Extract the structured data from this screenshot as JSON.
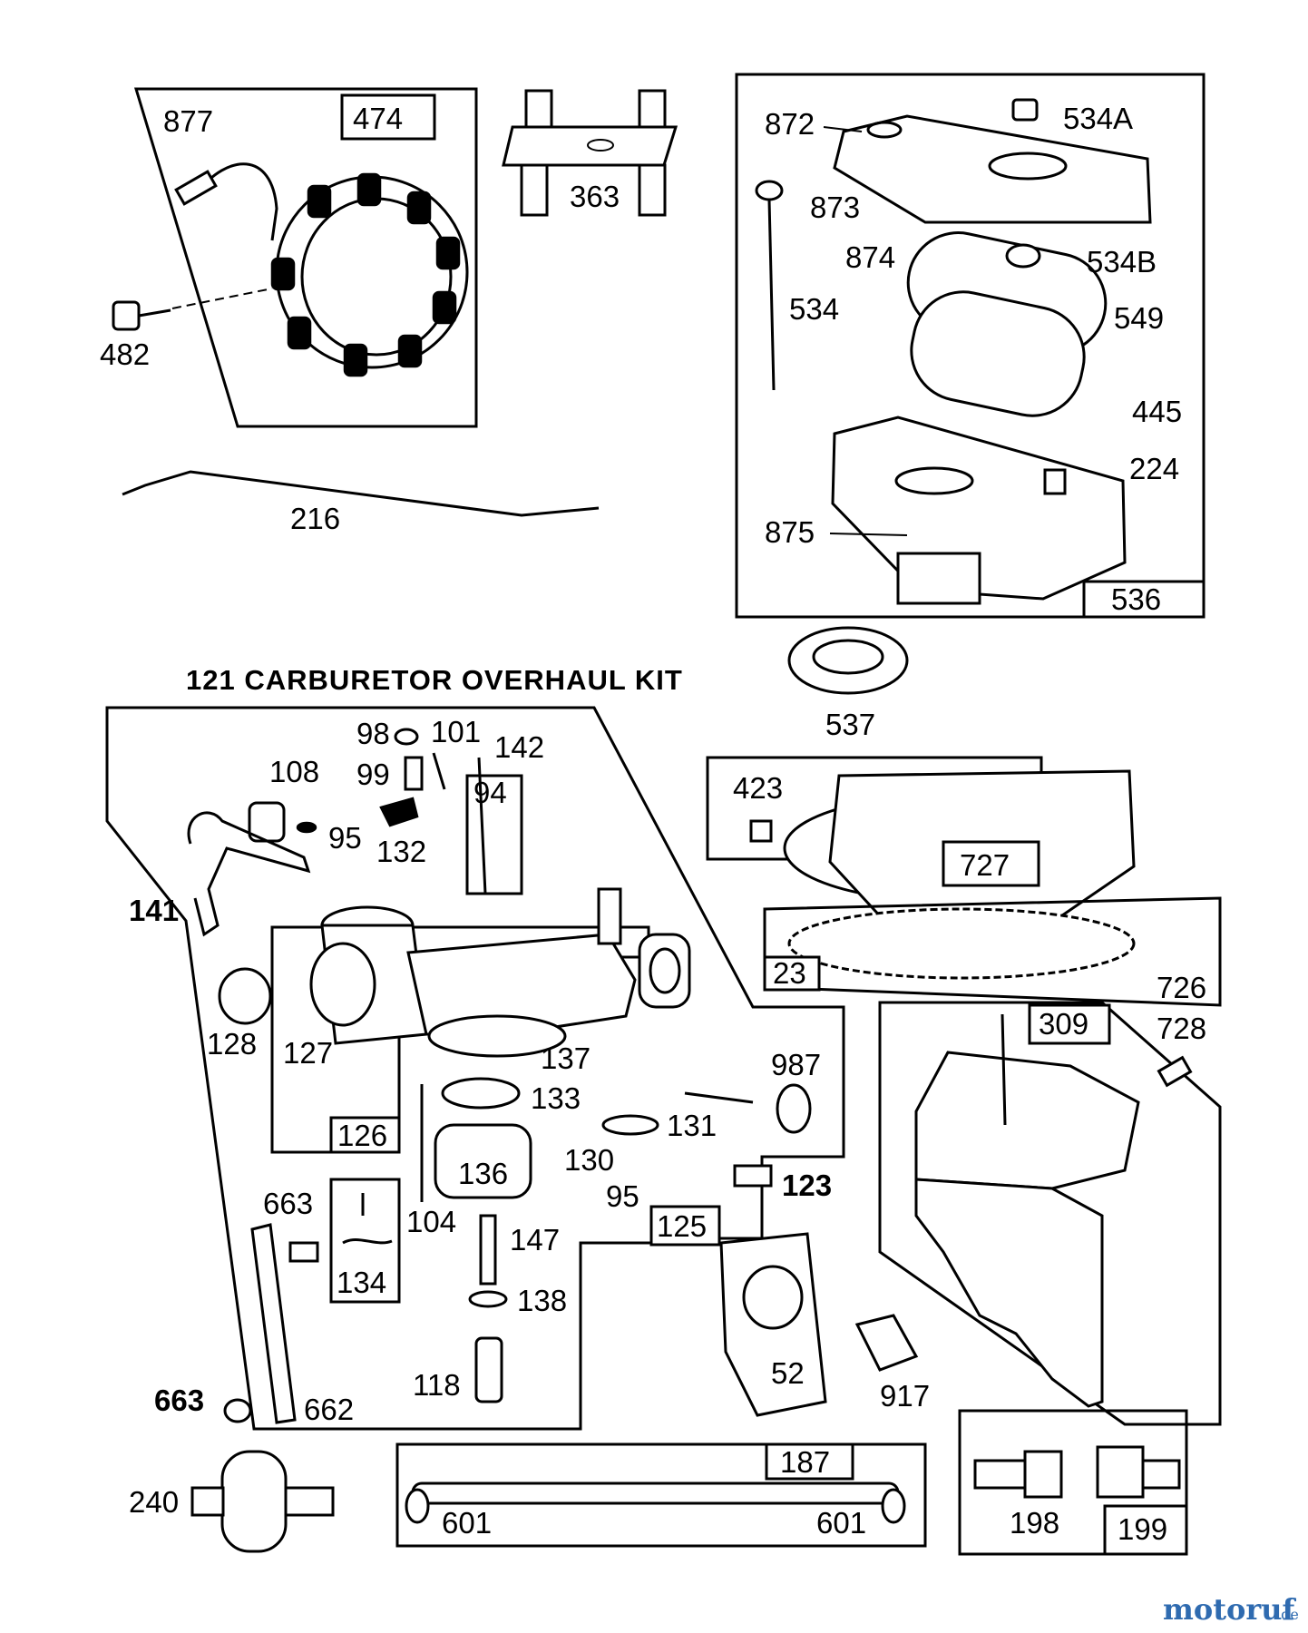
{
  "title": "121 CARBURETOR OVERHAUL KIT",
  "watermark": {
    "brand": "motoruf",
    "suffix": ".de"
  },
  "labels": {
    "p877": "877",
    "p474": "474",
    "p482": "482",
    "p363": "363",
    "p216": "216",
    "p872": "872",
    "p534A": "534A",
    "p873": "873",
    "p874": "874",
    "p534B": "534B",
    "p534": "534",
    "p549": "549",
    "p445": "445",
    "p224": "224",
    "p875": "875",
    "p536": "536",
    "p537": "537",
    "p98": "98",
    "p101": "101",
    "p142": "142",
    "p99": "99",
    "p108": "108",
    "p94": "94",
    "p95a": "95",
    "p132": "132",
    "p141": "141",
    "p128": "128",
    "p127": "127",
    "p126": "126",
    "p137": "137",
    "p133": "133",
    "p136": "136",
    "p104": "104",
    "p131": "131",
    "p130": "130",
    "p95b": "95",
    "p987": "987",
    "p123": "123",
    "p125": "125",
    "p147": "147",
    "p663a": "663",
    "p134": "134",
    "p138": "138",
    "p118": "118",
    "p663b": "663",
    "p662": "662",
    "p52": "52",
    "p917": "917",
    "p423": "423",
    "p727": "727",
    "p23": "23",
    "p726": "726",
    "p309": "309",
    "p728": "728",
    "p240": "240",
    "p187": "187",
    "p601a": "601",
    "p601b": "601",
    "p198": "198",
    "p199": "199"
  }
}
